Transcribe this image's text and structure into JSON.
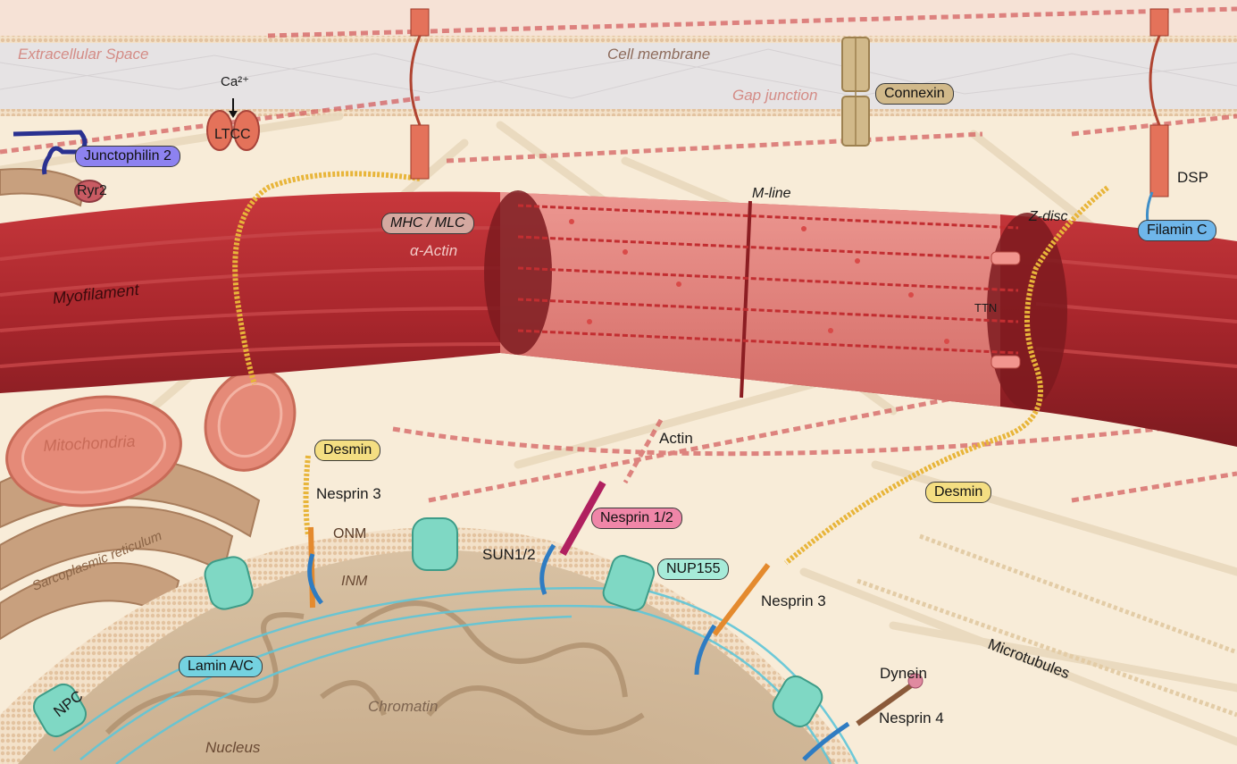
{
  "labels": {
    "extracellular_space": "Extracellular Space",
    "cell_membrane": "Cell membrane",
    "gap_junction": "Gap junction",
    "connexin": "Connexin",
    "ca2": "Ca²⁺",
    "ltcc": "LTCC",
    "junctophilin2": "Junctophilin 2",
    "ryr2": "Ryr2",
    "dsp": "DSP",
    "filamin_c": "Filamin C",
    "m_line": "M-line",
    "z_disc": "Z-disc",
    "mhc_mlc": "MHC / MLC",
    "alpha_actin": "α-Actin",
    "myofilament": "Myofilament",
    "ttn": "TTN",
    "mitochondria": "Mitochondria",
    "sarcoplasmic_reticulum": "Sarcoplasmic reticulum",
    "desmin_1": "Desmin",
    "desmin_2": "Desmin",
    "nesprin3_1": "Nesprin 3",
    "nesprin3_2": "Nesprin 3",
    "actin": "Actin",
    "nesprin12": "Nesprin 1/2",
    "onm": "ONM",
    "inm": "INM",
    "sun12": "SUN1/2",
    "nup155": "NUP155",
    "microtubules": "Microtubules",
    "lamin_ac": "Lamin A/C",
    "npc": "NPC",
    "chromatin": "Chromatin",
    "nucleus": "Nucleus",
    "dynein": "Dynein",
    "nesprin4": "Nesprin 4"
  },
  "colors": {
    "cytoplasm": "#f8ecd8",
    "membrane_band": "#e6e3e4",
    "myofilament": "#a8262c",
    "sarcomere": "#d9534f",
    "nucleus": "#cfb596",
    "desmin": "#e8b53a",
    "mitochondria": "#e58a78",
    "sr": "#c9a07d",
    "pore": "#7fd8c4",
    "lamin": "#5fc6d8",
    "junctophilin": "#2a3190",
    "junctophilin_pill": "#8d82f0",
    "connexin": "#d1b98a",
    "filamin_pill": "#6fb6ea",
    "desmin_pill": "#f4de82",
    "nesprin12_pill": "#ef86a8",
    "nup155_pill": "#a7ebd9",
    "lamin_pill": "#74d2e0",
    "gray_pill": "#d4a8a0"
  }
}
